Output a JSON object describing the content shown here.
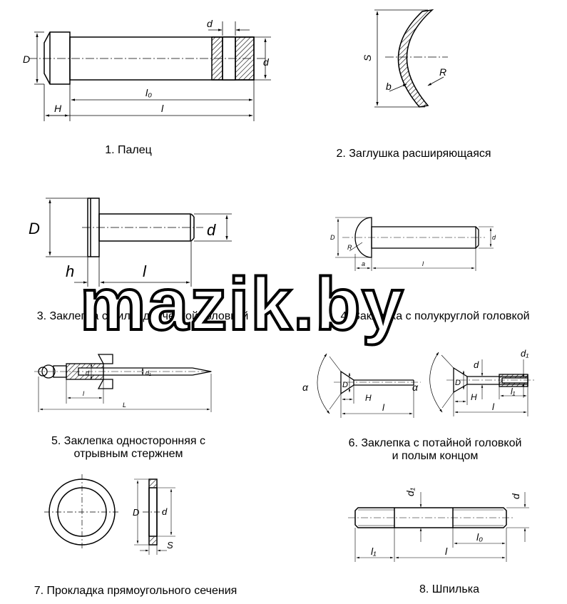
{
  "captions": {
    "c1": "1. Палец",
    "c2": "2. Заглушка расширяющаяся",
    "c3": "3. Заклепка с цилиндрической головкой",
    "c4": "4. Заклепка с полукруглой головкой",
    "c5a": "5. Заклепка односторонняя с",
    "c5b": "отрывным стержнем",
    "c6a": "6. Заклепка с потайной головкой",
    "c6b": "и полым концом",
    "c7": "7. Прокладка прямоугольного сечения",
    "c8": "8. Шпилька"
  },
  "labels": {
    "d": "d",
    "D": "D",
    "H": "H",
    "l": "l",
    "l0": "l₀",
    "S": "S",
    "R": "R",
    "b": "b",
    "h": "h",
    "a": "a",
    "alpha": "α",
    "d1": "d₁",
    "l1": "l₁",
    "L": "L"
  },
  "watermark": "mazik.by"
}
